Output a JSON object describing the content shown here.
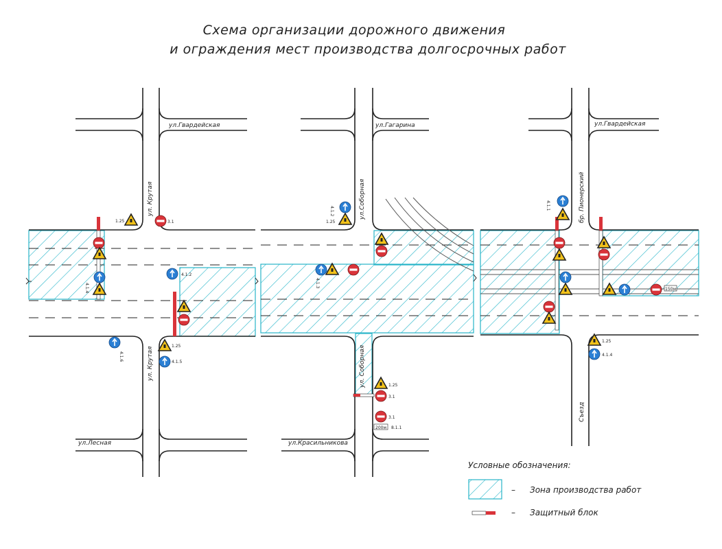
{
  "title": {
    "line1": "Схема организации дорожного движения",
    "line2": "и ограждения мест производства долгосрочных работ"
  },
  "streets": {
    "gvardeyskaya_left": "ул.Гвардейская",
    "krutaya_top": "ул. Крутая",
    "krutaya_bottom": "ул. Крутая",
    "lesnaya": "ул.Лесная",
    "gagarina": "ул.Гагарина",
    "sobornaya_top": "ул.Соборная",
    "sobornaya_bottom": "ул. Соборная",
    "krasilnikova": "ул.Красильникова",
    "gvardeyskaya_right": "ул.Гвардейская",
    "pionersky": "бр. Пионерский",
    "sezd": "Съезд"
  },
  "signs": {
    "s125": "1.25",
    "s31": "3.1",
    "s412": "4.1.2",
    "s413": "4.1.3",
    "s414": "4.1.4",
    "s415": "4.1.5",
    "s416": "4.1.6",
    "s411": "4.1.1",
    "s811": "8.1.1",
    "dist200": "200м",
    "dist150": "150м"
  },
  "legend": {
    "title": "Условные обозначения:",
    "dash": "–",
    "work_zone": "Зона производства работ",
    "protective_block": "Защитный блок"
  },
  "colors": {
    "work_zone": "#27b5c9",
    "road_line": "#222222",
    "sign_red": "#d9343a",
    "sign_blue": "#2a7fd4",
    "sign_yellow": "#f2c21a"
  }
}
